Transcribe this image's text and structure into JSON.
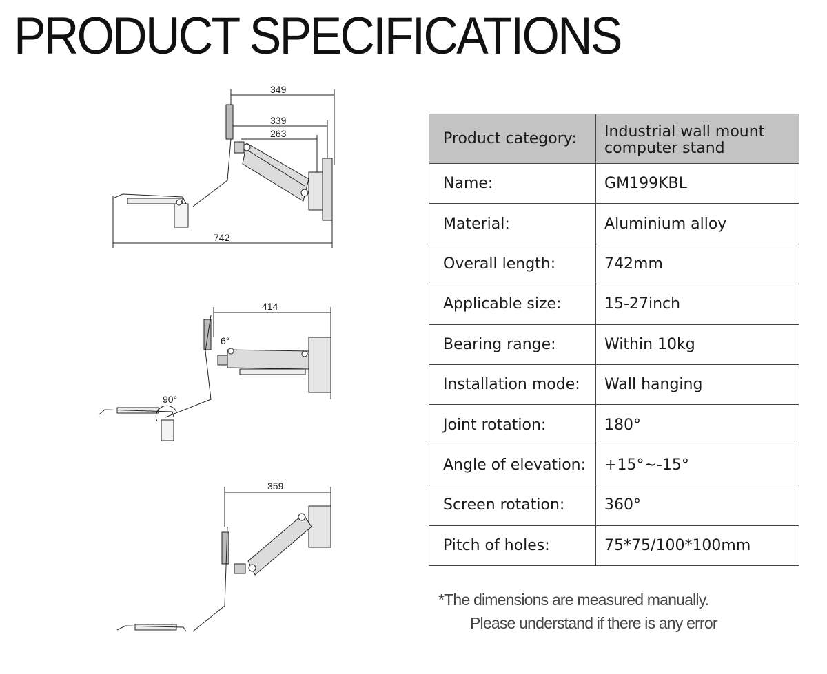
{
  "title": "PRODUCT SPECIFICATIONS",
  "drawings": {
    "top": {
      "dim_overall_top": "349",
      "dim_middle": "339",
      "dim_arm": "263",
      "dim_overall_length": "742"
    },
    "middle": {
      "dim_width": "414",
      "angle_tilt": "6°",
      "angle_tray": "90°"
    },
    "bottom": {
      "dim_width": "359"
    }
  },
  "specs": [
    {
      "label": "Product category:",
      "value": "Industrial wall mount computer stand"
    },
    {
      "label": "Name:",
      "value": "GM199KBL"
    },
    {
      "label": "Material:",
      "value": "Aluminium alloy"
    },
    {
      "label": "Overall length:",
      "value": "742mm"
    },
    {
      "label": "Applicable size:",
      "value": "15-27inch"
    },
    {
      "label": "Bearing range:",
      "value": "Within 10kg"
    },
    {
      "label": "Installation mode:",
      "value": "Wall hanging"
    },
    {
      "label": "Joint rotation:",
      "value": "180°"
    },
    {
      "label": "Angle of elevation:",
      "value": "+15°~-15°"
    },
    {
      "label": "Screen rotation:",
      "value": "360°"
    },
    {
      "label": "Pitch of holes:",
      "value": "75*75/100*100mm"
    }
  ],
  "disclaimer": {
    "line1": "*The dimensions are measured manually.",
    "line2": "Please understand if there is any error"
  },
  "colors": {
    "header_row_bg": "#c3c3c3",
    "border": "#444444"
  }
}
